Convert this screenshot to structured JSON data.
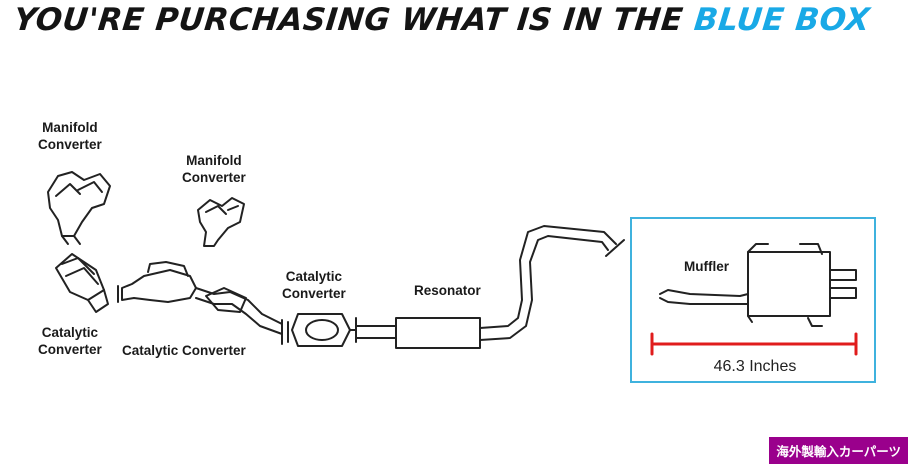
{
  "header": {
    "title_main": "YOU'RE PURCHASING WHAT IS IN THE",
    "title_accent": "BLUE BOX"
  },
  "labels": {
    "manifold_converter_1": [
      "Manifold",
      "Converter"
    ],
    "manifold_converter_2": [
      "Manifold",
      "Converter"
    ],
    "catalytic_converter_left": [
      "Catalytic",
      "Converter"
    ],
    "catalytic_converter_mid": "Catalytic Converter",
    "catalytic_converter_right": [
      "Catalytic",
      "Converter"
    ],
    "resonator": "Resonator",
    "muffler": "Muffler"
  },
  "dimension": {
    "text": "46.3 Inches"
  },
  "badge": {
    "text": "海外製輸入カーパーツ"
  },
  "colors": {
    "accent": "#19a9e6",
    "box_border": "#3fb2de",
    "dimension_line": "#e01c1c",
    "badge_bg": "#9a008c",
    "line": "#222222"
  }
}
